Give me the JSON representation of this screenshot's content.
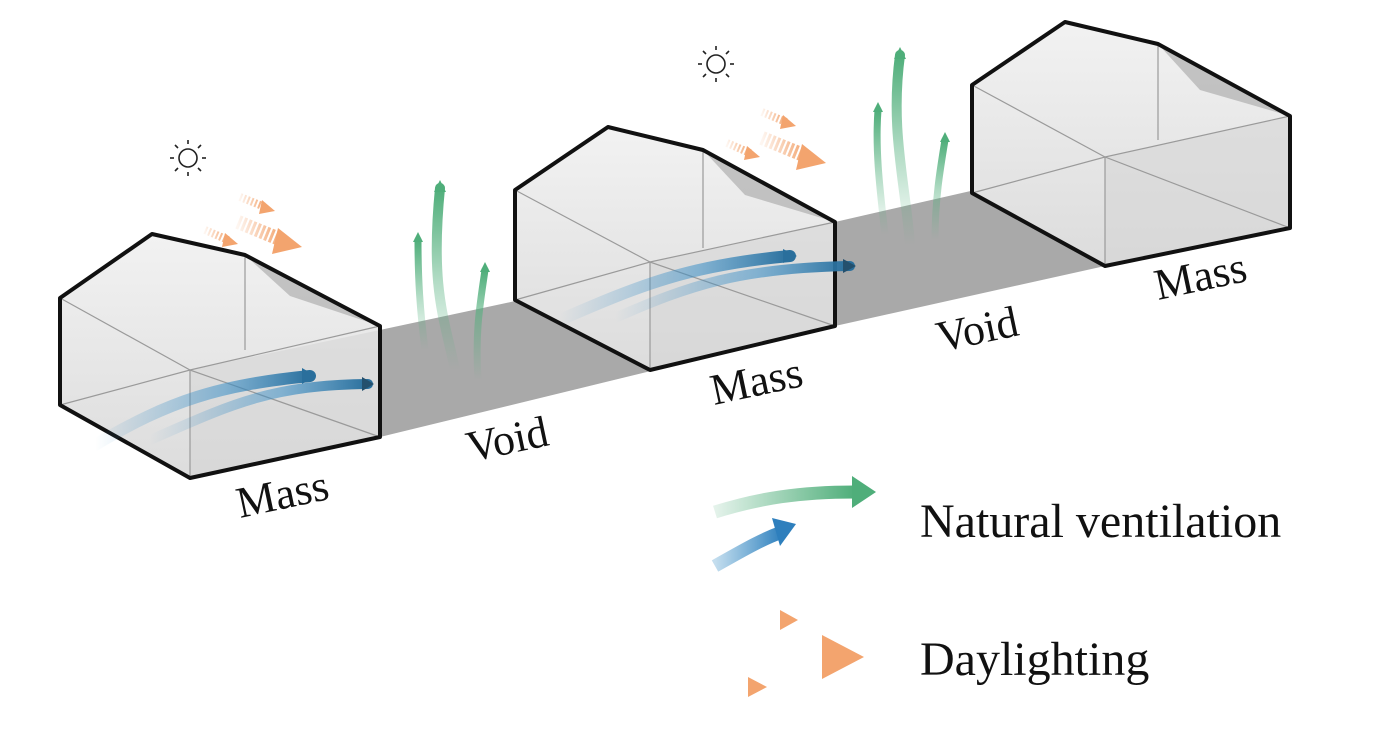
{
  "labels": {
    "mass_1": "Mass",
    "void_1": "Void",
    "mass_2": "Mass",
    "void_2": "Void",
    "mass_3": "Mass"
  },
  "legend": {
    "ventilation": "Natural ventilation",
    "daylighting": "Daylighting"
  },
  "colors": {
    "ventilation_green": "#4fae7a",
    "ventilation_blue": "#3a8fc7",
    "daylight_orange": "#f3a46e",
    "void_ground": "#a9a9a9",
    "mass_face": "#e6e6e6",
    "roof_shade": "#bfbfbf"
  },
  "icons": [
    "sun-icon",
    "sun-icon"
  ]
}
